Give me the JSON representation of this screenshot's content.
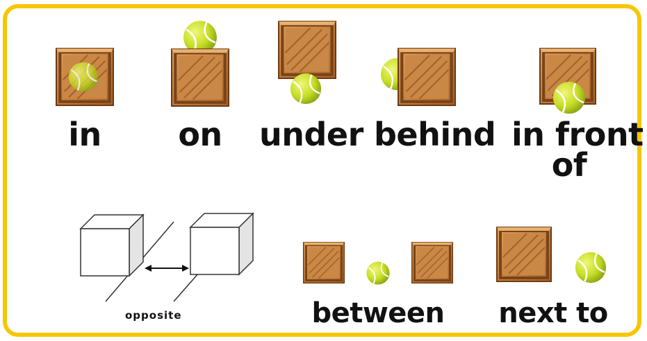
{
  "labels": {
    "in": "in",
    "on": "on",
    "under": "under",
    "behind": "behind",
    "in_front_line1": "in front",
    "in_front_line2": "of",
    "between": "between",
    "next_to": "next to",
    "opposite": "opposite"
  },
  "colors": {
    "border": "#f7c600",
    "crate": "#c98846",
    "crate_dark": "#7a4317",
    "ball": "#c7dd2a"
  }
}
